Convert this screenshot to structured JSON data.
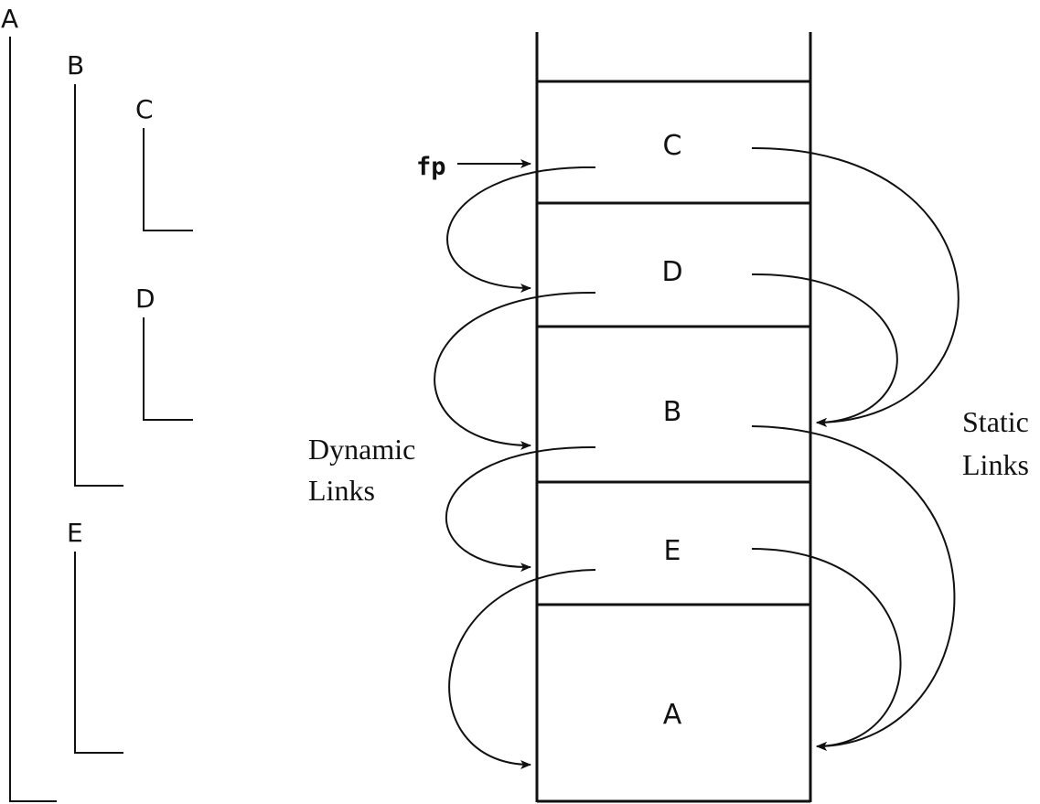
{
  "scopes": [
    {
      "id": "A",
      "label": "A"
    },
    {
      "id": "B",
      "label": "B"
    },
    {
      "id": "C",
      "label": "C"
    },
    {
      "id": "D",
      "label": "D"
    },
    {
      "id": "E",
      "label": "E"
    }
  ],
  "stack": {
    "frames": [
      {
        "id": "C",
        "label": "C"
      },
      {
        "id": "D",
        "label": "D"
      },
      {
        "id": "B",
        "label": "B"
      },
      {
        "id": "E",
        "label": "E"
      },
      {
        "id": "A",
        "label": "A"
      }
    ],
    "frame_pointer_label": "fp"
  },
  "links": {
    "dynamic": {
      "label_line1": "Dynamic",
      "label_line2": "Links",
      "edges": [
        [
          "C",
          "D"
        ],
        [
          "D",
          "B"
        ],
        [
          "B",
          "E"
        ],
        [
          "E",
          "A"
        ]
      ]
    },
    "static": {
      "label_line1": "Static",
      "label_line2": "Links",
      "edges": [
        [
          "C",
          "B"
        ],
        [
          "D",
          "B"
        ],
        [
          "B",
          "A"
        ],
        [
          "E",
          "A"
        ]
      ]
    }
  },
  "colors": {
    "stroke": "#111111",
    "background": "#ffffff"
  }
}
